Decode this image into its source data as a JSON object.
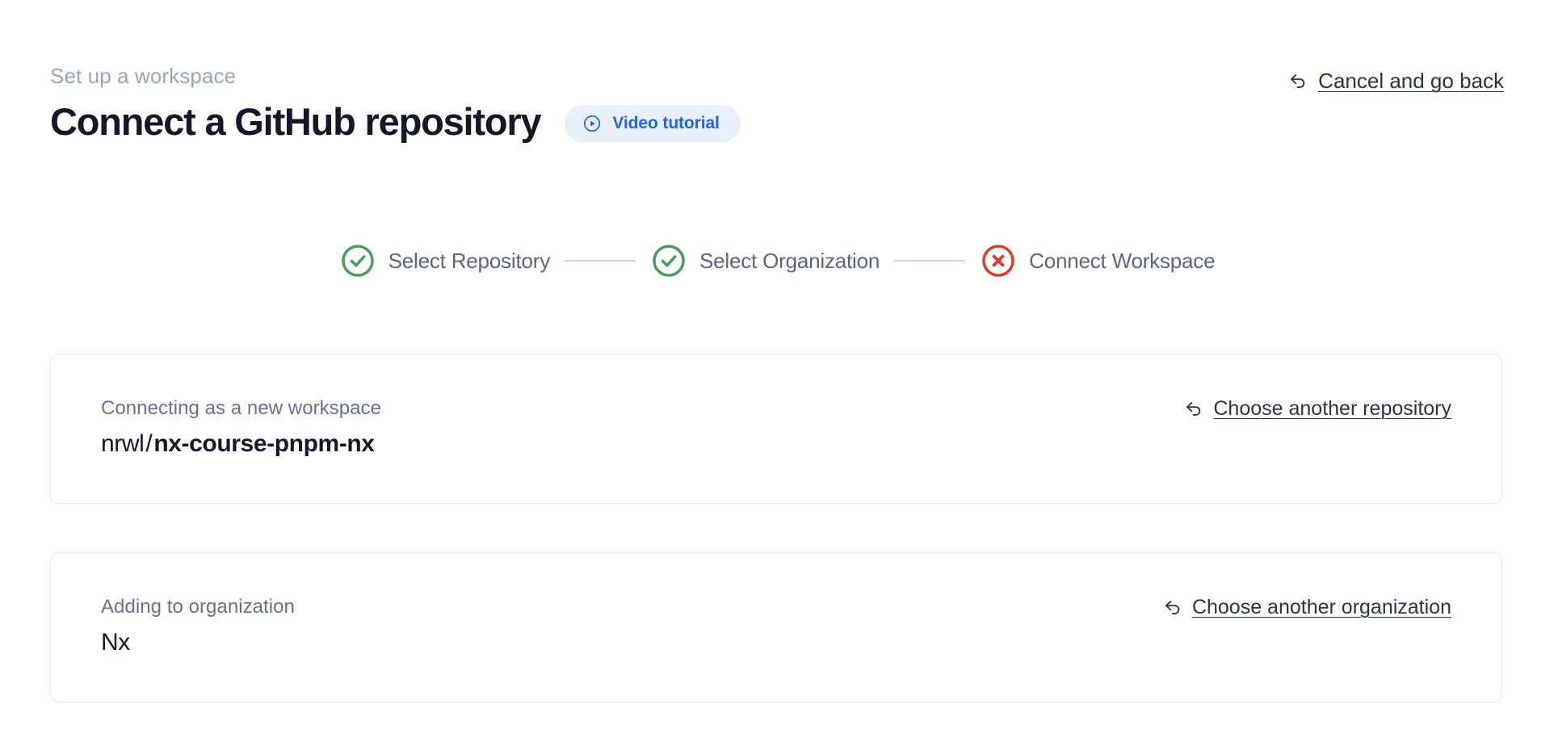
{
  "header": {
    "eyebrow": "Set up a workspace",
    "title": "Connect a GitHub repository",
    "video_pill": {
      "label": "Video tutorial",
      "icon": "play-circle-icon",
      "text_color": "#2563eb",
      "background_color": "#e8effd"
    },
    "cancel": {
      "label": "Cancel and go back",
      "icon": "arrow-uturn-left-icon"
    }
  },
  "stepper": {
    "steps": [
      {
        "label": "Select Repository",
        "state": "complete",
        "icon": "check-circle-icon",
        "color": "#4a9e5c"
      },
      {
        "label": "Select Organization",
        "state": "complete",
        "icon": "check-circle-icon",
        "color": "#4a9e5c"
      },
      {
        "label": "Connect Workspace",
        "state": "error",
        "icon": "x-circle-icon",
        "color": "#d9402b"
      }
    ],
    "label_color": "#5c6482",
    "connector_color": "#ccd2e4"
  },
  "cards": [
    {
      "id": "repository",
      "eyebrow": "Connecting as a new workspace",
      "owner": "nrwl",
      "separator": "/",
      "name": "nx-course-pnpm-nx",
      "action": {
        "label": "Choose another repository",
        "icon": "arrow-uturn-left-icon"
      }
    },
    {
      "id": "organization",
      "eyebrow": "Adding to organization",
      "name": "Nx",
      "action": {
        "label": "Choose another organization",
        "icon": "arrow-uturn-left-icon"
      }
    }
  ]
}
